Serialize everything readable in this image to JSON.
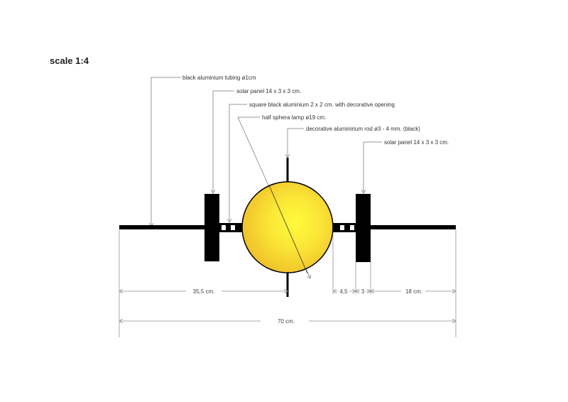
{
  "title": "scale 1:4",
  "labels": {
    "tubing": "black aluminium tubing  ø1cm",
    "solar_left": "solar panel 14 x 3 x 3 cm.",
    "square": "square black aluminium 2 x 2 cm.  with decorative opening",
    "lamp": "half sphera lamp    ø19 cm.",
    "rod": "decorative aluminirium rod      ø3 - 4 mm. (black)",
    "solar_right": "solar panel  14 x 3 x 3 cm."
  },
  "dimensions": {
    "left": "35,5 cm.",
    "gap": "4,5",
    "panel": "3",
    "right": "18 cm.",
    "total": "70 cm."
  },
  "colors": {
    "lamp_center": "#fffb3a",
    "lamp_edge": "#f0c02a",
    "metal": "#000000"
  }
}
